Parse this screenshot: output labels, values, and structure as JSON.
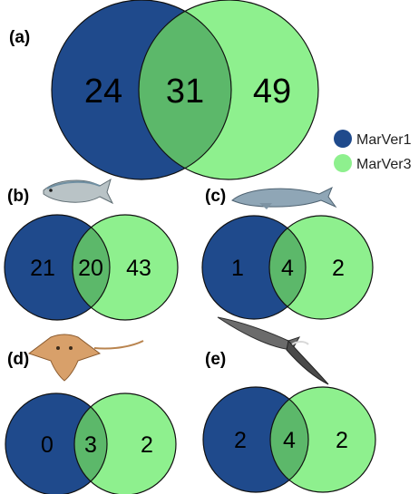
{
  "colors": {
    "marver1": "#1f4a8c",
    "marver3": "#8ef08e",
    "overlap": "#5cb86a",
    "outline": "#111111"
  },
  "legend": [
    {
      "label": "MarVer1",
      "color": "#1f4a8c"
    },
    {
      "label": "MarVer3",
      "color": "#8ef08e"
    }
  ],
  "panels": {
    "a": {
      "label": "(a)",
      "left_only": "24",
      "shared": "31",
      "right_only": "49",
      "icon": "none"
    },
    "b": {
      "label": "(b)",
      "left_only": "21",
      "shared": "20",
      "right_only": "43",
      "icon": "fish-icon"
    },
    "c": {
      "label": "(c)",
      "left_only": "1",
      "shared": "4",
      "right_only": "2",
      "icon": "whale-icon"
    },
    "d": {
      "label": "(d)",
      "left_only": "0",
      "shared": "3",
      "right_only": "2",
      "icon": "stingray-icon"
    },
    "e": {
      "label": "(e)",
      "left_only": "2",
      "shared": "4",
      "right_only": "2",
      "icon": "seabird-icon"
    }
  }
}
